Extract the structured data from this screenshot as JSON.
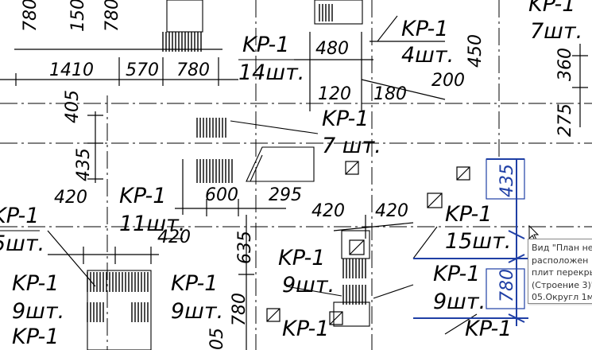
{
  "drawing": {
    "marks": {
      "kp1": "KP-1",
      "qty_4": "4шт.",
      "qty_7a": "7шт.",
      "qty_7b": "7 шт.",
      "qty_14": "14шт.",
      "qty_11": "11шт.",
      "qty_5": "5шт.",
      "qty_15": "15шт.",
      "qty_9": "9шт."
    },
    "dims": {
      "d780": "780",
      "d150": "150",
      "d1410": "1410",
      "d570": "570",
      "d480": "480",
      "d450": "450",
      "d200": "200",
      "d360": "360",
      "d120": "120",
      "d180": "180",
      "d405": "405",
      "d275": "275",
      "d435": "435",
      "d420": "420",
      "d600": "600",
      "d295": "295",
      "d635": "635",
      "d05": "05"
    },
    "selected_dims": {
      "a": "435",
      "b": "780"
    }
  },
  "tooltip": {
    "lines": [
      "Вид \"План не",
      "расположен",
      "плит перекры",
      "(Строение 3)\"",
      "05.Округл 1м"
    ]
  },
  "colors": {
    "background": "#ffffff",
    "lines": "#000000",
    "selection": "#1f3fa5"
  }
}
